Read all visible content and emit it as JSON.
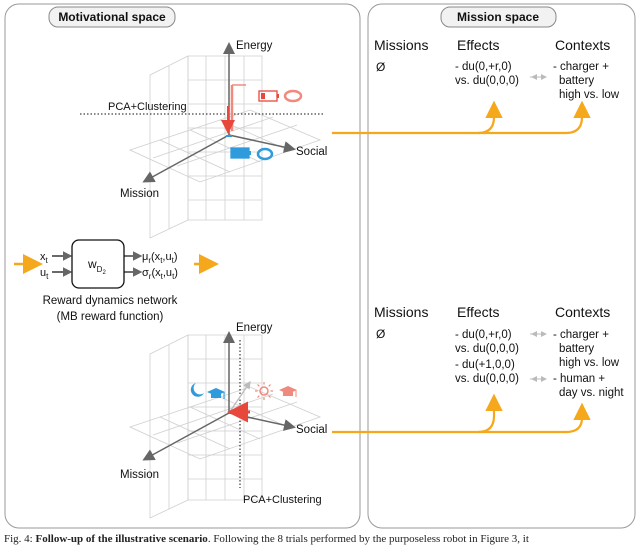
{
  "panels": {
    "motivational_title": "Motivational space",
    "mission_title": "Mission space"
  },
  "top_plot": {
    "axis_energy": "Energy",
    "axis_social": "Social",
    "axis_mission": "Mission",
    "pca_label": "PCA+Clustering"
  },
  "bottom_plot": {
    "axis_energy": "Energy",
    "axis_social": "Social",
    "axis_mission": "Mission",
    "pca_label": "PCA+Clustering"
  },
  "network": {
    "in1": "x",
    "in1_sub": "t",
    "in2": "u",
    "in2_sub": "t",
    "weight": "w",
    "weight_sub": "D",
    "weight_subsub": "2",
    "out1": "μ",
    "out1_sub": "r",
    "out1_args": "(x",
    "out1_args_sub": "t",
    "out1_args2": ",u",
    "out1_args2_sub": "t",
    "out1_close": ")",
    "out2": "σ",
    "out2_sub": "r",
    "caption_line1": "Reward dynamics network",
    "caption_line2": "(MB reward function)"
  },
  "table_top": {
    "h_missions": "Missions",
    "h_effects": "Effects",
    "h_contexts": "Contexts",
    "missions": "Ø",
    "effect_l1": "- du(0,+r,0)",
    "effect_l2": "vs. du(0,0,0)",
    "context_l1": "- charger +",
    "context_l2": "battery",
    "context_l3": "high vs. low"
  },
  "table_bottom": {
    "h_missions": "Missions",
    "h_effects": "Effects",
    "h_contexts": "Contexts",
    "missions": "Ø",
    "effect1_l1": "- du(0,+r,0)",
    "effect1_l2": "vs. du(0,0,0)",
    "effect2_l1": "- du(+1,0,0)",
    "effect2_l2": "vs. du(0,0,0)",
    "context1_l1": "- charger +",
    "context1_l2": "battery",
    "context1_l3": "high vs. low",
    "context2_l1": "- human +",
    "context2_l2": "day vs. night"
  },
  "caption": {
    "prefix": "Fig. 4: ",
    "bold": "Follow-up of the illustrative scenario",
    "rest": ". Following the 8 trials performed by the purposeless robot in Figure 3, it"
  },
  "colors": {
    "orange": "#f5a81c",
    "red": "#e8473c",
    "blue": "#2f9bdc",
    "salmon": "#f08a7e",
    "grid": "#c9c9c9",
    "axis": "#666666"
  }
}
